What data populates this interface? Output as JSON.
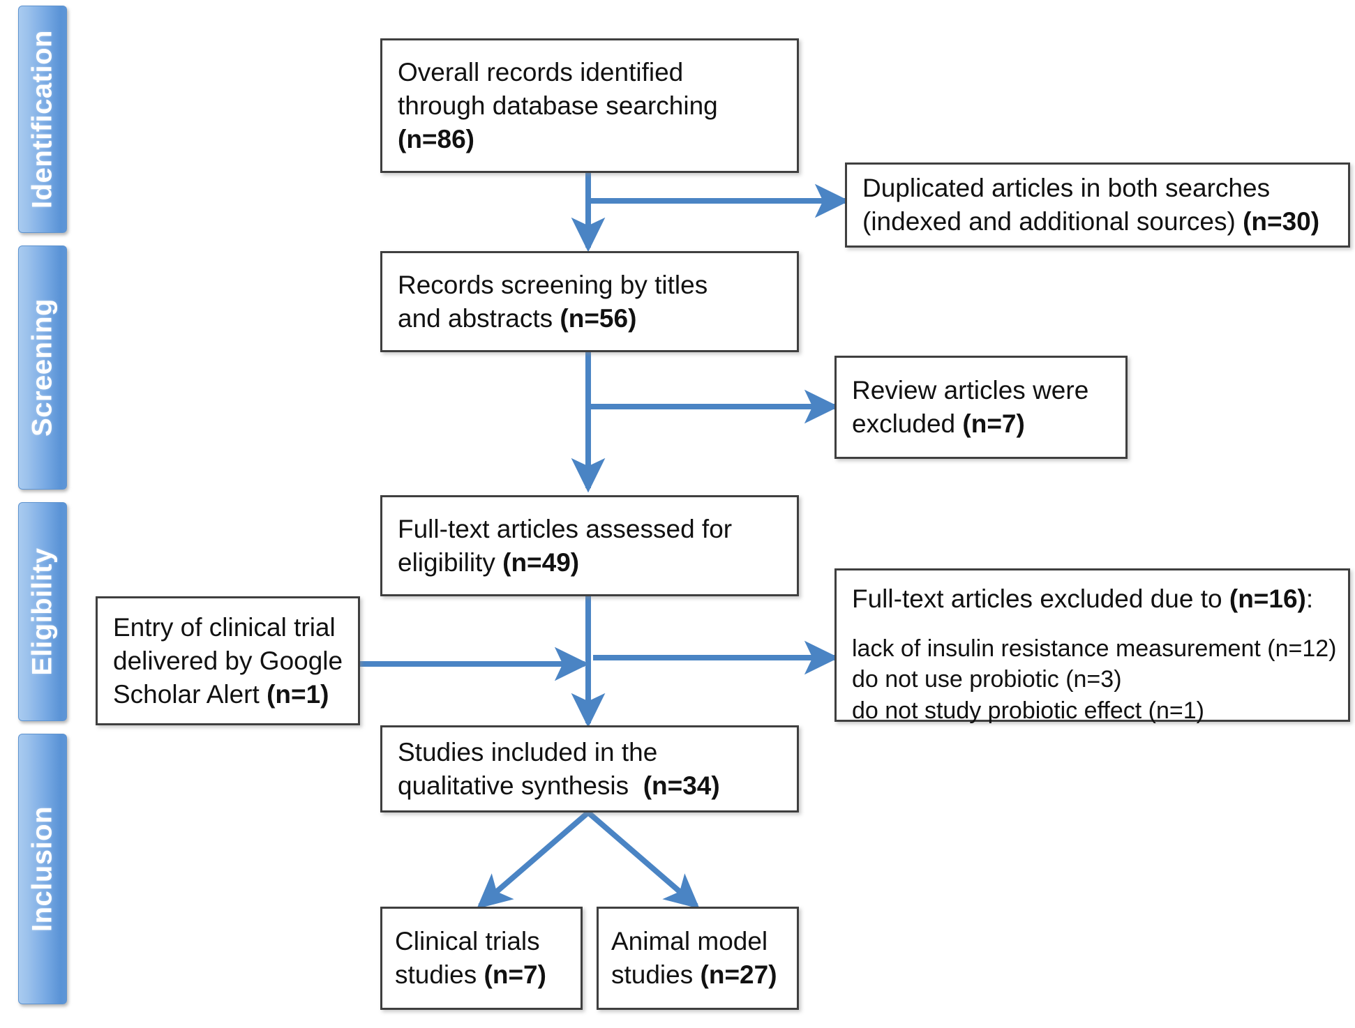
{
  "diagram": {
    "type": "prisma-flow-diagram",
    "accent_color": "#4a84c4",
    "box_border_color": "#3f3f3f",
    "stage_bar_gradient_from": "#a9cbf0",
    "stage_bar_gradient_to": "#5a93d6"
  },
  "stages": [
    {
      "label": "Identification"
    },
    {
      "label": "Screening"
    },
    {
      "label": "Eligibility"
    },
    {
      "label": "Inclusion"
    }
  ],
  "boxes": {
    "identified": {
      "line1": "Overall records identified",
      "line2": "through database searching",
      "count": "(n=86)"
    },
    "duplicates": {
      "line1": "Duplicated articles in both searches",
      "line2": "(indexed and additional sources) ",
      "count": "(n=30)"
    },
    "screening": {
      "line1": "Records screening by titles",
      "line2": "and abstracts ",
      "count": "(n=56)"
    },
    "review_excluded": {
      "line1": "Review articles were",
      "line2": "excluded ",
      "count": "(n=7)"
    },
    "fulltext_assessed": {
      "line1": "Full-text articles assessed for",
      "line2": "eligibility ",
      "count": "(n=49)"
    },
    "google_alert": {
      "line1": "Entry of clinical trial",
      "line2": "delivered by Google",
      "line3": "Scholar Alert ",
      "count": "(n=1)"
    },
    "fulltext_excluded": {
      "head_prefix": "Full-text articles excluded due to ",
      "head_count": "(n=16)",
      "head_suffix": ":",
      "reasons": [
        "lack of insulin resistance measurement (n=12)",
        "do not use probiotic (n=3)",
        "do not study probiotic effect (n=1)"
      ]
    },
    "included": {
      "line1": "Studies included in the",
      "line2": "qualitative synthesis  ",
      "count": "(n=34)"
    },
    "clinical_trials": {
      "line1": "Clinical trials",
      "line2": "studies ",
      "count": "(n=7)"
    },
    "animal_model": {
      "line1": "Animal model",
      "line2": "studies ",
      "count": "(n=27)"
    }
  },
  "chart_data": {
    "type": "diagram",
    "title": "PRISMA study selection flow",
    "nodes": [
      {
        "id": "identified",
        "stage": "Identification",
        "label": "Overall records identified through database searching",
        "n": 86
      },
      {
        "id": "duplicates",
        "stage": "Identification",
        "label": "Duplicated articles in both searches (indexed and additional sources)",
        "n": 30
      },
      {
        "id": "screening",
        "stage": "Screening",
        "label": "Records screening by titles and abstracts",
        "n": 56
      },
      {
        "id": "review_excluded",
        "stage": "Screening",
        "label": "Review articles were excluded",
        "n": 7
      },
      {
        "id": "fulltext_assessed",
        "stage": "Eligibility",
        "label": "Full-text articles assessed for eligibility",
        "n": 49
      },
      {
        "id": "google_alert",
        "stage": "Eligibility",
        "label": "Entry of clinical trial delivered by Google Scholar Alert",
        "n": 1
      },
      {
        "id": "fulltext_excluded",
        "stage": "Eligibility",
        "label": "Full-text articles excluded due to",
        "n": 16,
        "breakdown": [
          {
            "reason": "lack of insulin resistance measurement",
            "n": 12
          },
          {
            "reason": "do not use probiotic",
            "n": 3
          },
          {
            "reason": "do not study probiotic effect",
            "n": 1
          }
        ]
      },
      {
        "id": "included",
        "stage": "Inclusion",
        "label": "Studies included in the qualitative synthesis",
        "n": 34
      },
      {
        "id": "clinical_trials",
        "stage": "Inclusion",
        "label": "Clinical trials studies",
        "n": 7
      },
      {
        "id": "animal_model",
        "stage": "Inclusion",
        "label": "Animal model studies",
        "n": 27
      }
    ],
    "edges": [
      {
        "from": "identified",
        "to": "duplicates",
        "kind": "exclusion"
      },
      {
        "from": "identified",
        "to": "screening",
        "kind": "flow"
      },
      {
        "from": "screening",
        "to": "review_excluded",
        "kind": "exclusion"
      },
      {
        "from": "screening",
        "to": "fulltext_assessed",
        "kind": "flow"
      },
      {
        "from": "google_alert",
        "to": "included",
        "kind": "addition"
      },
      {
        "from": "fulltext_assessed",
        "to": "fulltext_excluded",
        "kind": "exclusion"
      },
      {
        "from": "fulltext_assessed",
        "to": "included",
        "kind": "flow"
      },
      {
        "from": "included",
        "to": "clinical_trials",
        "kind": "flow"
      },
      {
        "from": "included",
        "to": "animal_model",
        "kind": "flow"
      }
    ]
  }
}
